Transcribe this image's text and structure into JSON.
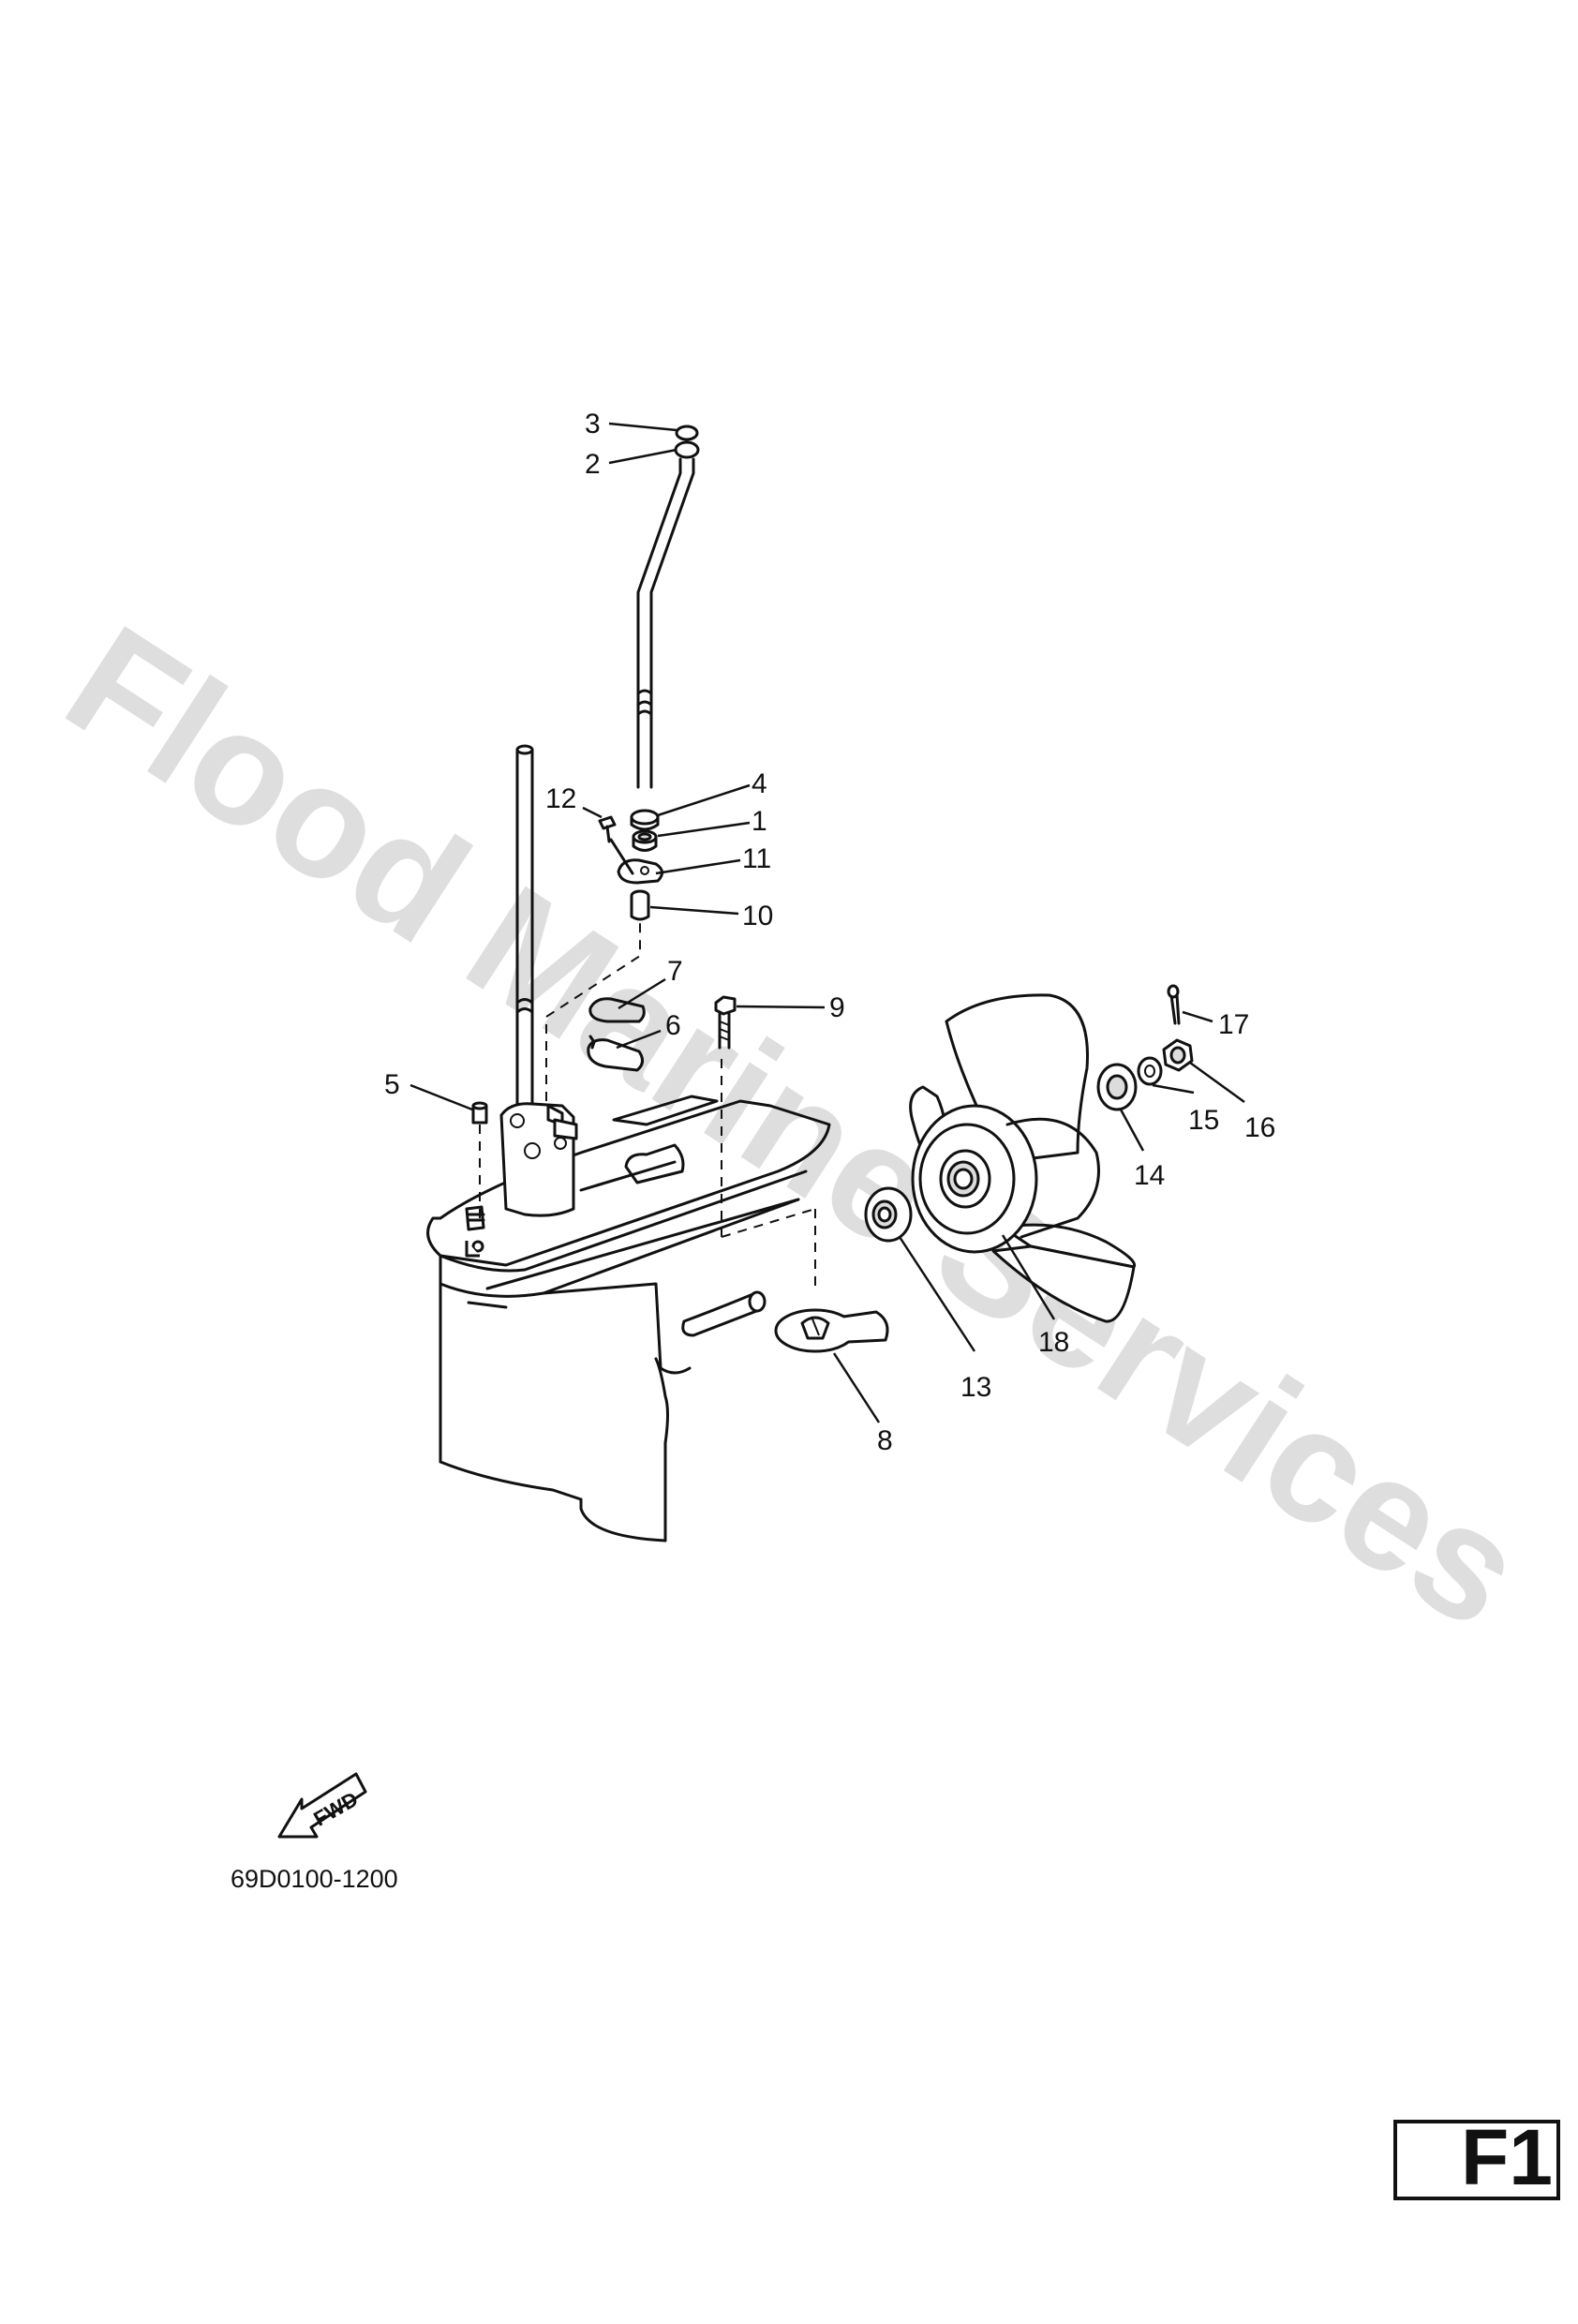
{
  "watermark": "Flood Marine Services",
  "drawing_code": "69D0100-1200",
  "fwd_label": "FWD",
  "page_tag": "F1",
  "callouts": [
    "1",
    "2",
    "3",
    "4",
    "5",
    "6",
    "7",
    "8",
    "9",
    "10",
    "11",
    "12",
    "13",
    "14",
    "15",
    "16",
    "17",
    "18"
  ]
}
